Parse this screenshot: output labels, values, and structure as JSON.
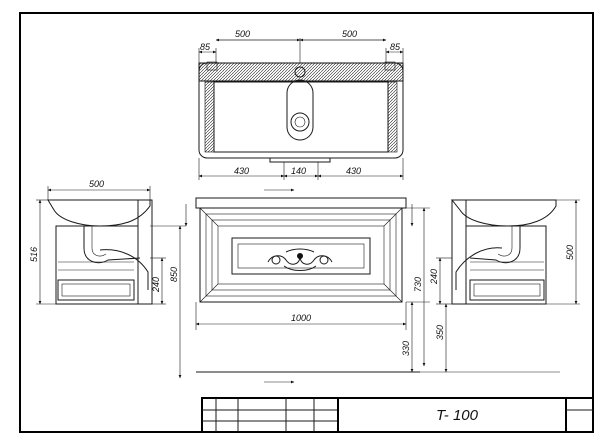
{
  "title_block": {
    "code": "T- 100"
  },
  "top_view": {
    "dims_top": [
      "85",
      "500",
      "500",
      "85"
    ],
    "dims_bottom": [
      "430",
      "140",
      "430"
    ]
  },
  "left_view": {
    "width": "500",
    "height": "516",
    "siphon_height": "240",
    "cabinet_height": "850"
  },
  "front_view": {
    "width": "1000",
    "height": "730",
    "floor_offset": "330"
  },
  "right_view": {
    "height": "500",
    "siphon_height": "240",
    "floor_offset": "350"
  }
}
